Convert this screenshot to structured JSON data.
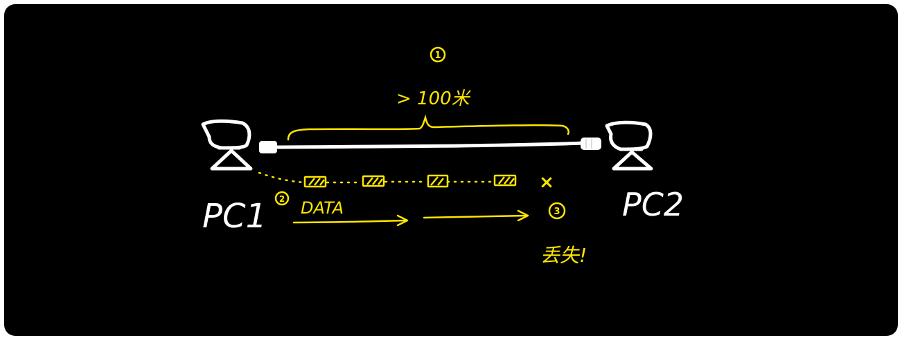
{
  "diagram": {
    "background": "#000000",
    "colors": {
      "device": "#ffffff",
      "annotation": "#ffe600"
    },
    "nodes": {
      "pc1": {
        "label": "PC1",
        "icon": "computer-icon"
      },
      "pc2": {
        "label": "PC2",
        "icon": "computer-icon"
      }
    },
    "annotations": {
      "marker_1": "1",
      "distance_label": "> 100米",
      "marker_2": "2",
      "data_label": "DATA",
      "marker_3": "3",
      "loss_label": "丢失!",
      "loss_mark": "×"
    }
  }
}
